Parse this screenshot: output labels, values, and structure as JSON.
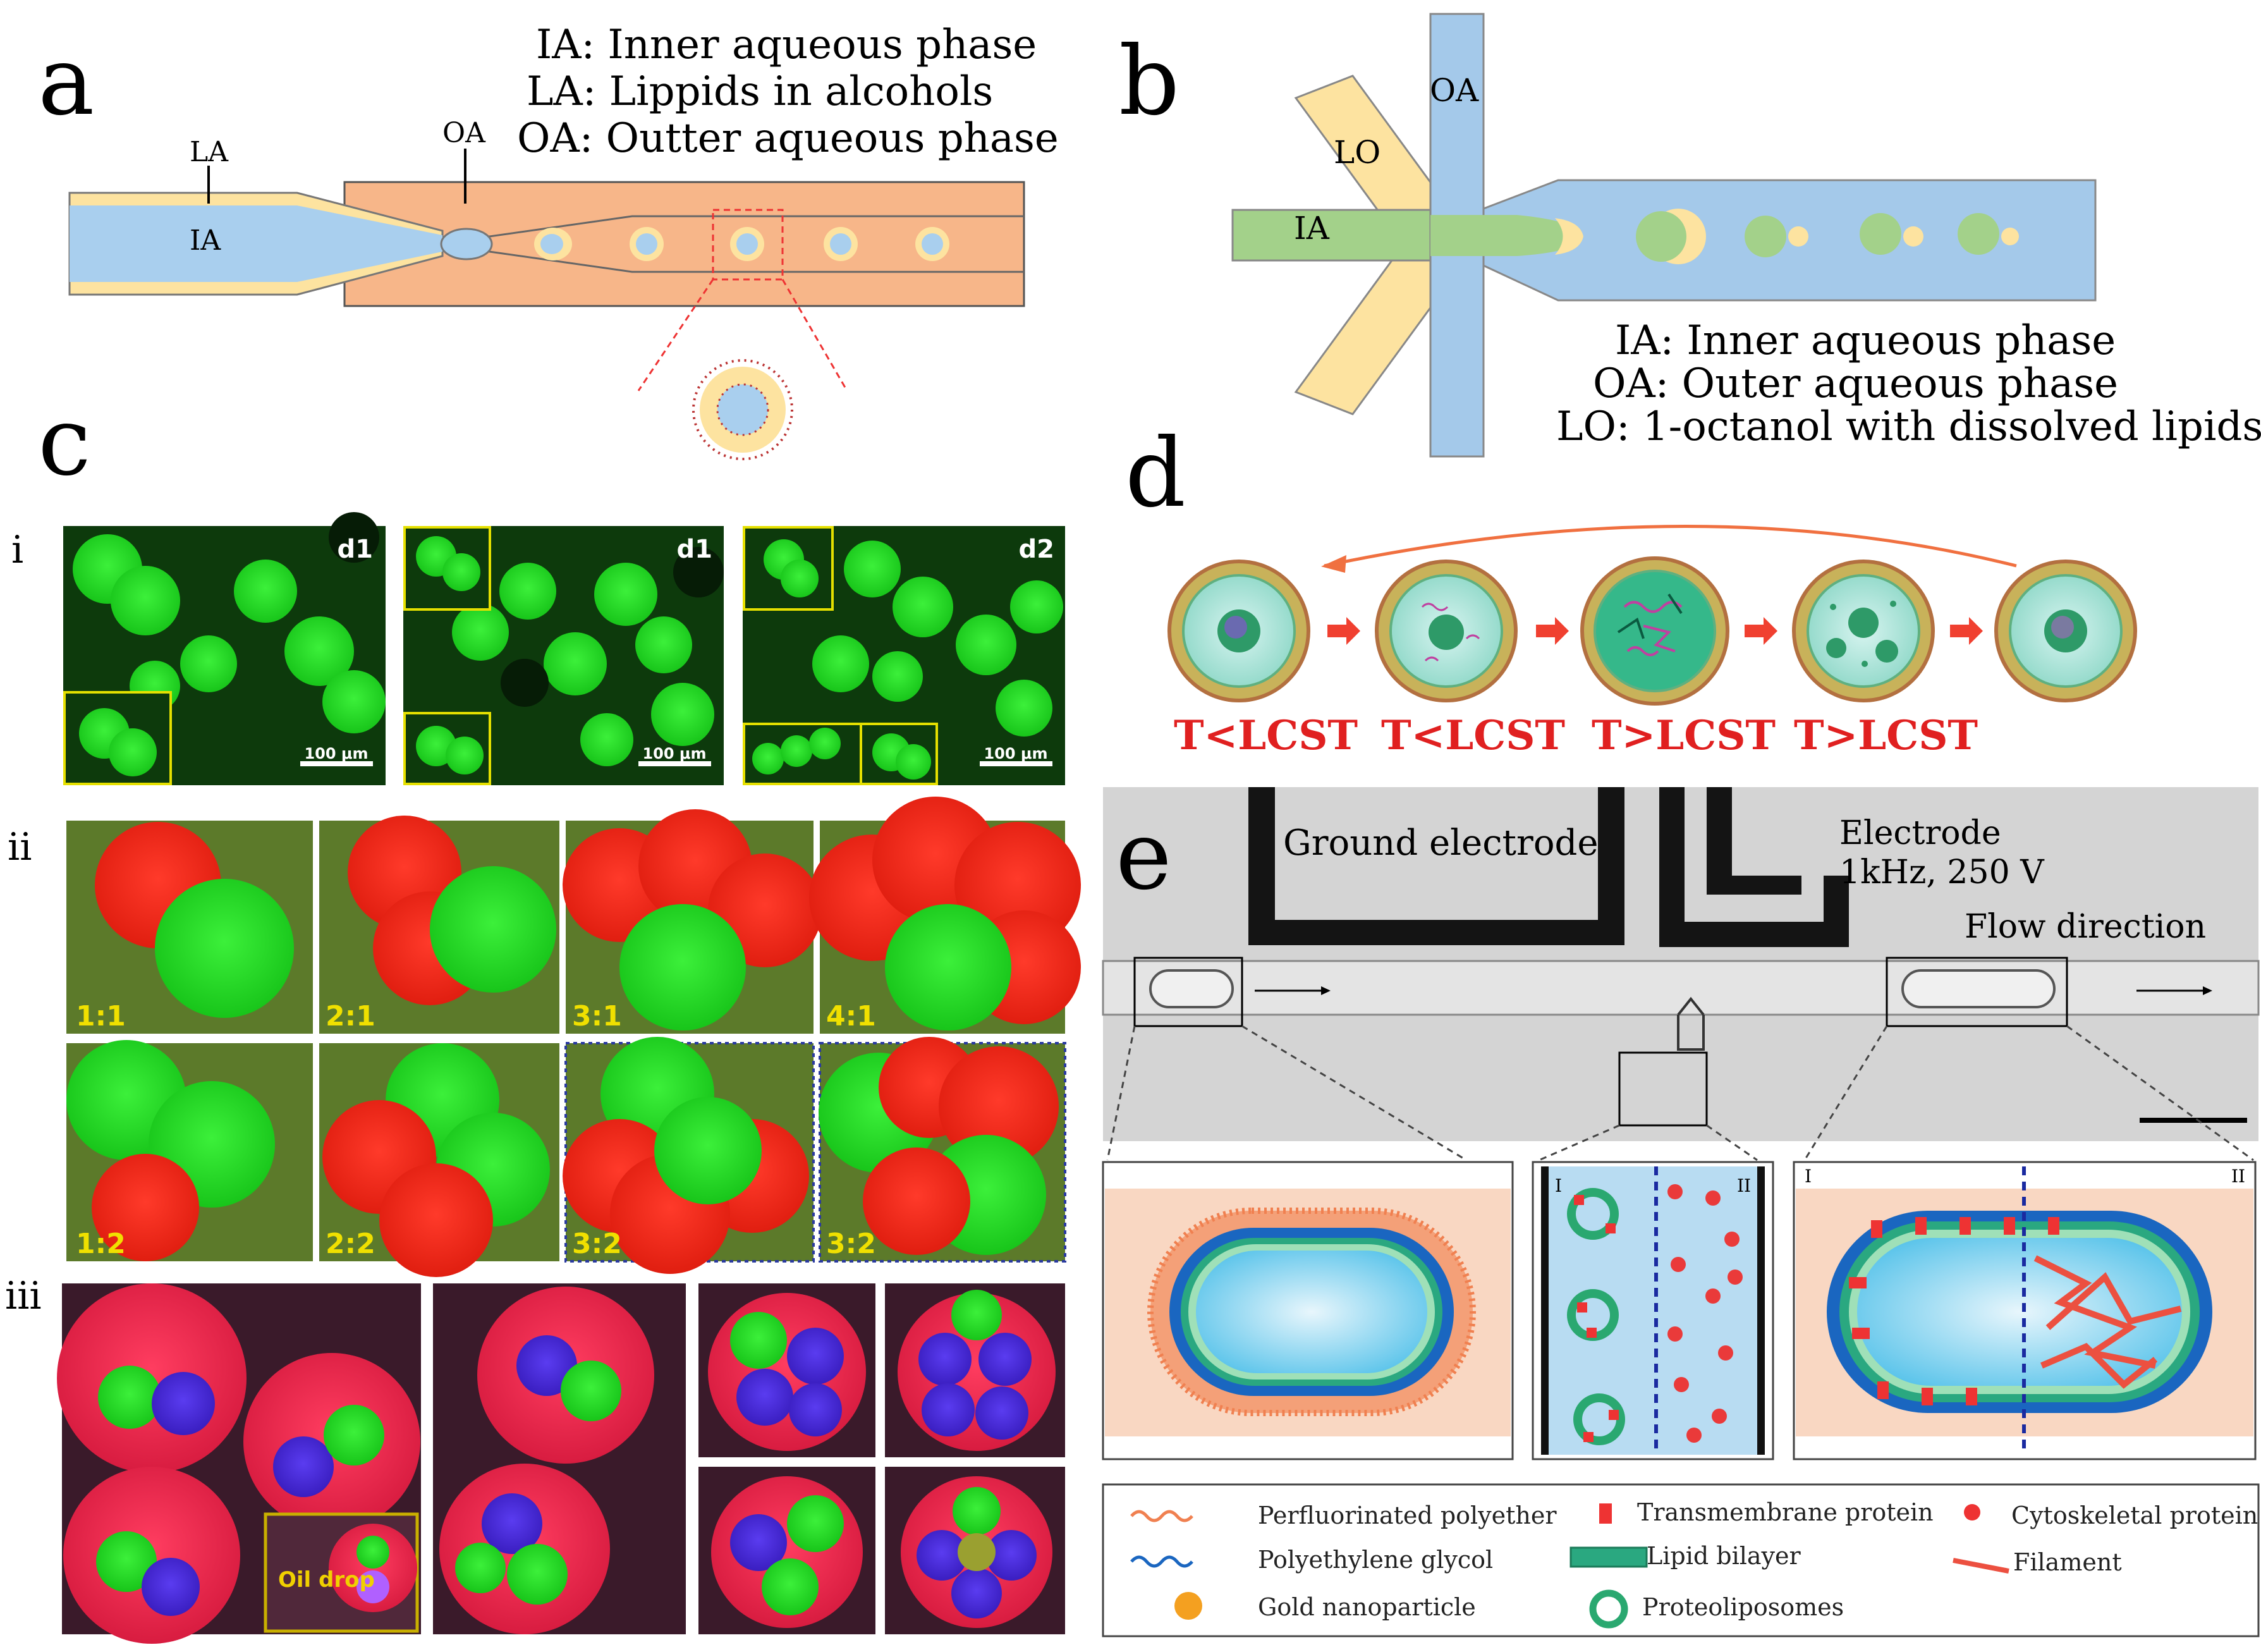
{
  "panel_labels": {
    "a": "a",
    "b": "b",
    "c": "c",
    "d": "d",
    "e": "e"
  },
  "panel_a": {
    "legend": [
      "IA: Inner aqueous phase",
      "LA: Lippids in alcohols",
      "OA: Outter aqueous phase"
    ],
    "callouts": {
      "la": "LA",
      "ia": "IA",
      "oa": "OA"
    }
  },
  "panel_b": {
    "legend": [
      "IA: Inner aqueous phase",
      "OA: Outer aqueous phase",
      "LO: 1-octanol with dissolved lipids"
    ],
    "callouts": {
      "oa": "OA",
      "lo": "LO",
      "ia": "IA"
    }
  },
  "panel_c": {
    "row_labels": [
      "i",
      "ii",
      "iii"
    ],
    "row_i": {
      "tags": [
        "d1",
        "d1",
        "d2"
      ],
      "scale": [
        "100 μm",
        "100 μm",
        "100 μm"
      ]
    },
    "row_ii": {
      "ratios": [
        "1:1",
        "2:1",
        "3:1",
        "4:1",
        "1:2",
        "2:2",
        "3:2",
        "3:2"
      ]
    },
    "row_iii": {
      "oil_drop": "Oil drop"
    }
  },
  "panel_d": {
    "temps": [
      "T<LCST",
      "T<LCST",
      "T>LCST",
      "T>LCST"
    ]
  },
  "panel_e": {
    "ground": "Ground electrode",
    "electrode": "Electrode",
    "electrode_spec": "1kHz, 250 V",
    "flow": "Flow direction",
    "zones": [
      "I",
      "II",
      "I",
      "II"
    ],
    "legend": [
      "Perfluorinated polyether",
      "Transmembrane protein",
      "Cytoskeletal protein",
      "Polyethylene glycol",
      "Lipid bilayer",
      "Filament",
      "Gold nanoparticle",
      "Proteoliposomes"
    ]
  },
  "colors": {
    "inner_blue": "#a9cfee",
    "lipid_yellow": "#fde3a0",
    "outer_orange": "#f7b689",
    "b_green": "#a3d18a",
    "b_blue": "#a4c9ea",
    "temp_red": "#e02020"
  }
}
